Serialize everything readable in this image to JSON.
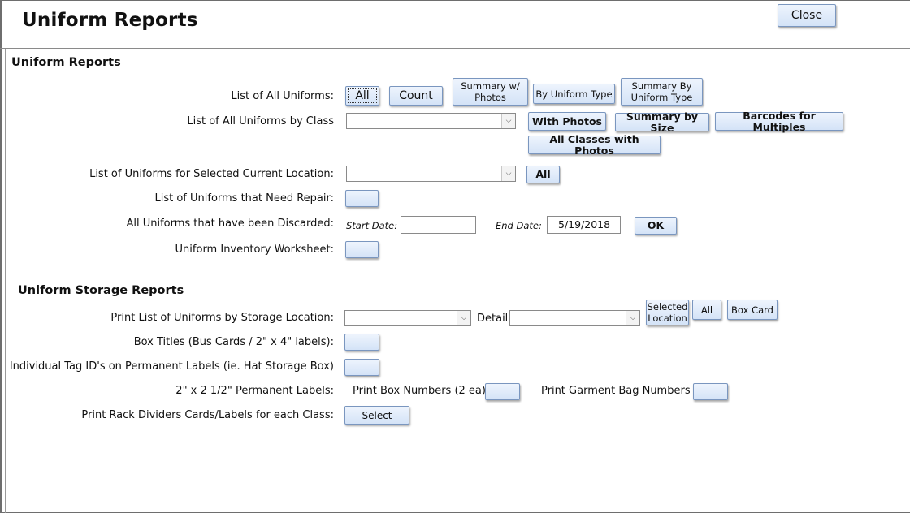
{
  "window": {
    "title": "Uniform Reports",
    "close_label": "Close"
  },
  "section1": {
    "heading": "Uniform Reports",
    "list_all": {
      "label": "List of All Uniforms:",
      "all": "All",
      "count": "Count",
      "summary_photos": "Summary w/ Photos",
      "by_type": "By Uniform Type",
      "summary_by_type": "Summary By Uniform Type"
    },
    "by_class": {
      "label": "List of All Uniforms by Class",
      "value": "",
      "with_photos": "With Photos",
      "summary_size": "Summary by Size",
      "barcodes": "Barcodes for Multiples",
      "all_classes": "All Classes with Photos"
    },
    "location": {
      "label": "List of Uniforms for Selected Current Location:",
      "value": "",
      "all": "All"
    },
    "repair": {
      "label": "List of Uniforms that Need Repair:"
    },
    "discarded": {
      "label": "All Uniforms that have been Discarded:",
      "start_label": "Start Date:",
      "start_value": "",
      "end_label": "End Date:",
      "end_value": "5/19/2018",
      "ok": "OK"
    },
    "worksheet": {
      "label": "Uniform Inventory Worksheet:"
    }
  },
  "section2": {
    "heading": "Uniform Storage Reports",
    "storage": {
      "label": "Print List of Uniforms by Storage Location:",
      "value": "",
      "detail_label": "Detail:",
      "detail_value": "",
      "selected_location": "Selected Location",
      "all": "All",
      "box_card": "Box Card"
    },
    "box_titles": {
      "label": "Box Titles (Bus Cards / 2\" x 4\" labels):"
    },
    "tag_ids": {
      "label": "Individual Tag ID's on Permanent Labels (ie. Hat Storage Box)"
    },
    "perm_labels": {
      "label": "2\" x 2 1/2\" Permanent Labels:",
      "box_numbers": "Print Box Numbers (2 ea)",
      "garment_bag": "Print Garment Bag Numbers :"
    },
    "rack_dividers": {
      "label": "Print Rack Dividers Cards/Labels for each Class:",
      "select": "Select"
    }
  },
  "icons": {
    "dropdown": "chevron-down-icon"
  }
}
